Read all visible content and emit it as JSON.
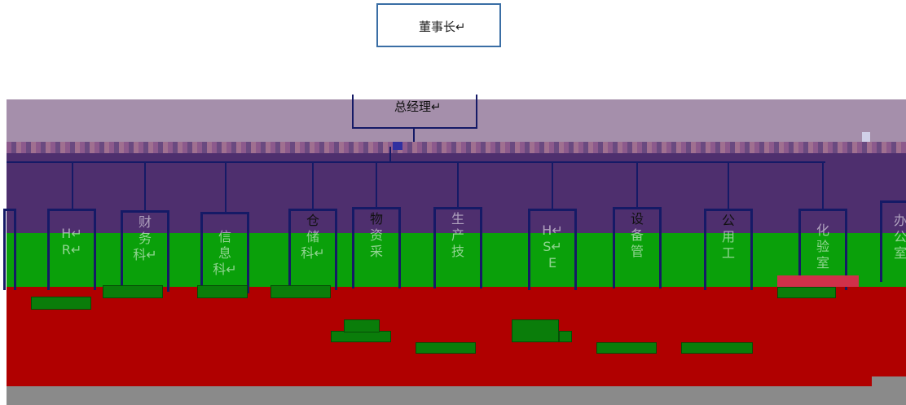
{
  "chairman": {
    "label": "董事长↵"
  },
  "general_manager": {
    "label": "总经理↵"
  },
  "departments": [
    {
      "id": "d0",
      "chars": []
    },
    {
      "id": "hr",
      "chars": [
        "H↵",
        "R↵"
      ]
    },
    {
      "id": "finance",
      "chars": [
        "财",
        "务",
        "科↵"
      ]
    },
    {
      "id": "info",
      "chars": [
        "信",
        "息",
        "科↵"
      ]
    },
    {
      "id": "storage",
      "chars": [
        "仓",
        "储",
        "科↵"
      ]
    },
    {
      "id": "procurement",
      "chars": [
        "物",
        "资",
        "采"
      ]
    },
    {
      "id": "production",
      "chars": [
        "生",
        "产",
        "技"
      ]
    },
    {
      "id": "hse",
      "chars": [
        "H↵",
        "S↵",
        "E"
      ]
    },
    {
      "id": "equipment",
      "chars": [
        "设",
        "备",
        "管"
      ]
    },
    {
      "id": "utilities",
      "chars": [
        "公",
        "用",
        "工"
      ]
    },
    {
      "id": "lab",
      "chars": [
        "化",
        "验",
        "室"
      ]
    },
    {
      "id": "office",
      "chars": [
        "办",
        "公",
        "室"
      ]
    }
  ],
  "colors": {
    "band_lavender": "#a58fab",
    "band_purple": "#4e2f6e",
    "band_green": "#0aa00a",
    "band_red": "#b00000",
    "band_gray": "#8a8a8a",
    "line": "#151a66"
  }
}
